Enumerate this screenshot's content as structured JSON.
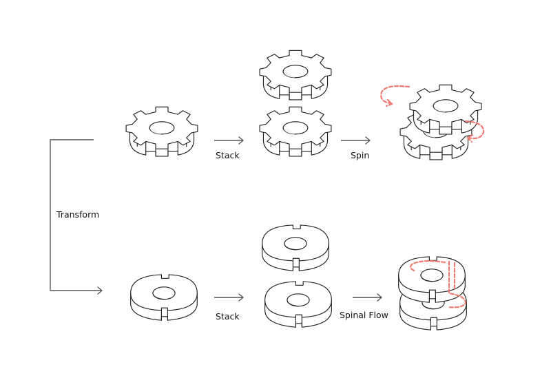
{
  "labels": {
    "transform": "Transform",
    "stack_top": "Stack",
    "spin": "Spin",
    "stack_bottom": "Stack",
    "spinal_flow": "Spinal Flow"
  },
  "colors": {
    "line": "#222222",
    "arrow": "#555555",
    "flow": "#f07a72"
  },
  "icons": [
    "gear-icon",
    "ring-icon",
    "arrow-right-icon",
    "bracket-icon",
    "rotation-flow-icon"
  ]
}
